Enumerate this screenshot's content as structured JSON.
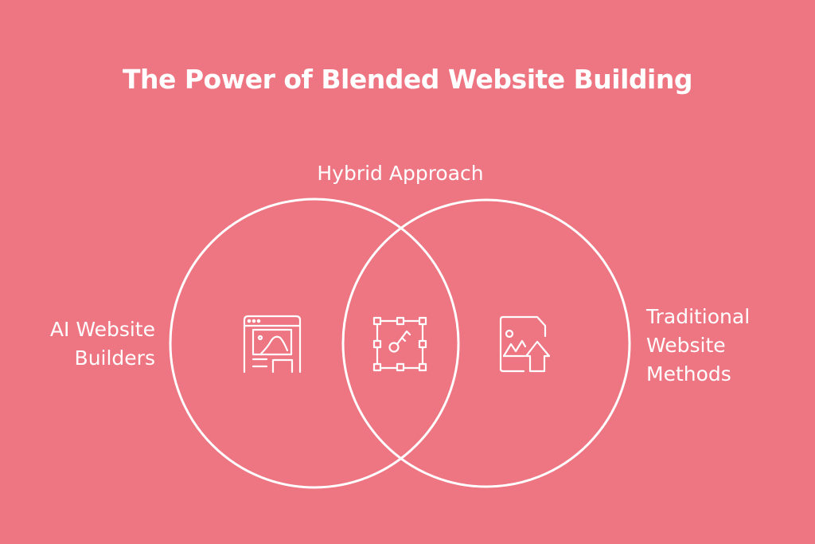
{
  "title": "The Power of Blended Website Building",
  "colors": {
    "background": "#ee7582",
    "stroke": "#ffffff",
    "text": "#ffffff"
  },
  "venn": {
    "intersection": {
      "label": "Hybrid Approach",
      "icon": "key-selection-icon"
    },
    "left": {
      "label_line1": "AI Website",
      "label_line2": "Builders",
      "icon": "browser-layout-icon"
    },
    "right": {
      "label_line1": "Traditional",
      "label_line2": "Website",
      "label_line3": "Methods",
      "icon": "image-upload-icon"
    }
  }
}
